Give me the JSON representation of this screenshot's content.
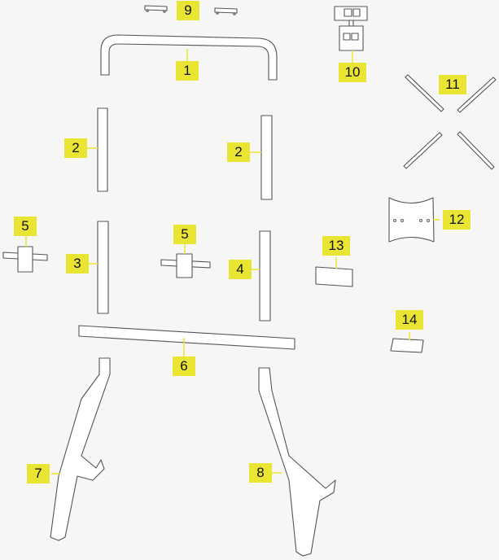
{
  "diagram": {
    "type": "exploded parts diagram",
    "label_color": "#e9e532",
    "background": "#f6f6f6",
    "parts": [
      {
        "id": "1",
        "label": "1",
        "description": "top U-shaped crossbar"
      },
      {
        "id": "2a",
        "label": "2",
        "description": "upper upright tube (left)"
      },
      {
        "id": "2b",
        "label": "2",
        "description": "upper upright tube (right)"
      },
      {
        "id": "3",
        "label": "3",
        "description": "lower upright tube (left)"
      },
      {
        "id": "4",
        "label": "4",
        "description": "lower upright tube (right)"
      },
      {
        "id": "5a",
        "label": "5",
        "description": "tube clamp bracket (left)"
      },
      {
        "id": "5b",
        "label": "5",
        "description": "tube clamp bracket (center)"
      },
      {
        "id": "6",
        "label": "6",
        "description": "horizontal base crossbeam"
      },
      {
        "id": "7",
        "label": "7",
        "description": "left leg frame"
      },
      {
        "id": "8",
        "label": "8",
        "description": "right leg frame"
      },
      {
        "id": "9",
        "label": "9",
        "description": "end caps (pair)"
      },
      {
        "id": "10",
        "label": "10",
        "description": "mounting plate bracket"
      },
      {
        "id": "11",
        "label": "11",
        "description": "four flat mounting arms"
      },
      {
        "id": "12",
        "label": "12",
        "description": "VESA adapter plate"
      },
      {
        "id": "13",
        "label": "13",
        "description": "clamp mount"
      },
      {
        "id": "14",
        "label": "14",
        "description": "small bracket"
      }
    ]
  }
}
